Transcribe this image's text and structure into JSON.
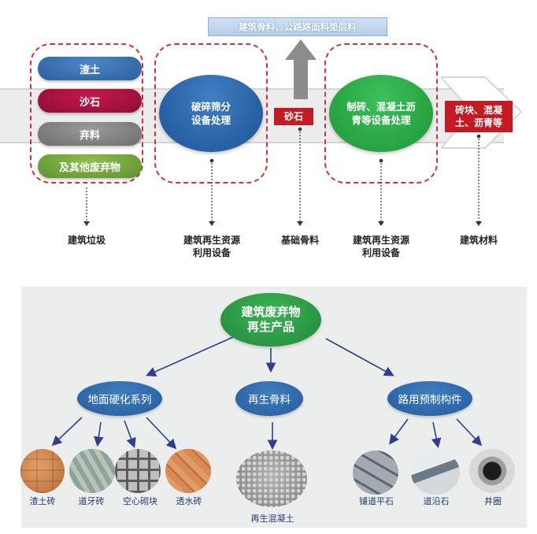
{
  "top": {
    "banner": "建筑骨料、公路路面料垫层料",
    "waste_items": [
      "渣土",
      "沙石",
      "弃料",
      "及其他废弃物"
    ],
    "crushing": "破碎筛分\n设备处理",
    "sand": "砂石",
    "manufacture": "制砖、混凝土沥\n青等设备处理",
    "materials": "砖块、混凝\n土、沥青等",
    "labels": {
      "construction_waste": "建筑垃圾",
      "recycling_equipment_1": "建筑再生资源\n利用设备",
      "base_aggregate": "基础骨料",
      "recycling_equipment_2": "建筑再生资源\n利用设备",
      "building_materials": "建筑材料"
    }
  },
  "bottom": {
    "center": "建筑废弃物\n再生产品",
    "categories": {
      "ground": "地面硬化系列",
      "aggregate": "再生骨料",
      "prefab": "路用预制构件"
    },
    "products": {
      "muck_brick": "渣土砖",
      "curb_brick": "道牙砖",
      "hollow_block": "空心砌块",
      "permeable_brick": "透水砖",
      "recycled_concrete": "再生混凝土",
      "paving_stone": "铺道平石",
      "curb_stone": "道沿石",
      "manhole_ring": "井圈"
    }
  },
  "colors": {
    "dash_red": "#c8373c",
    "blue": "#2b5f9d",
    "green": "#21893b",
    "box_red": "#c41a24",
    "arrow_navy": "#2e3f8f"
  }
}
